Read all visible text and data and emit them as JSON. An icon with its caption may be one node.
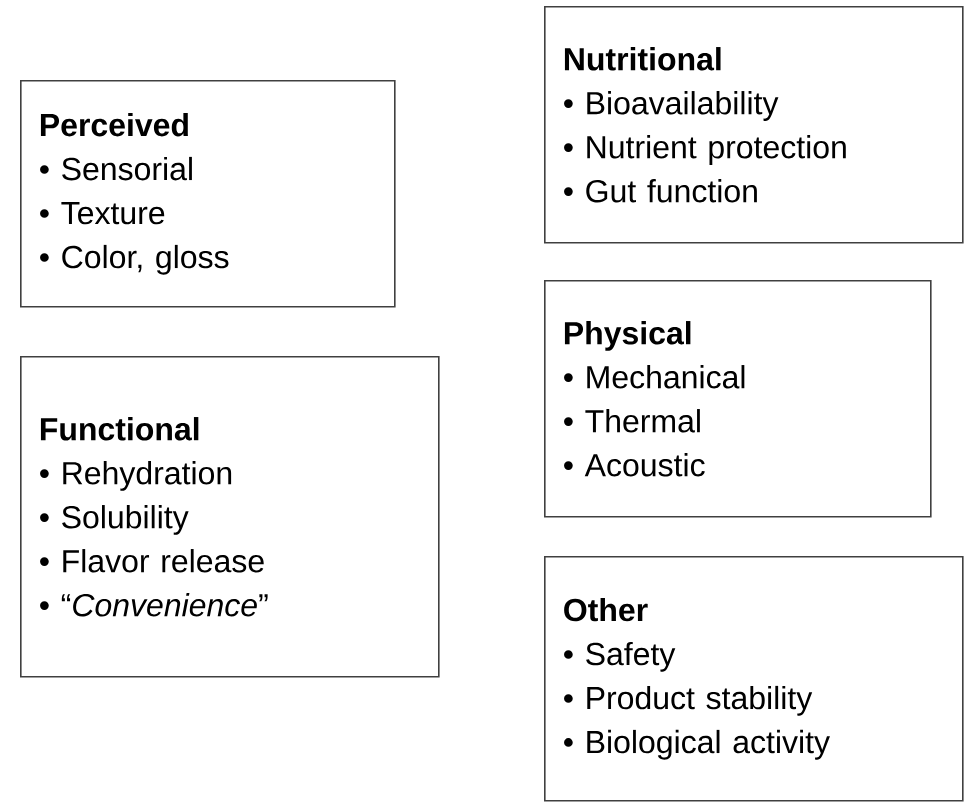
{
  "diagram": {
    "nodes": [
      {
        "text": [
          "Perceived",
          "• Sensorial",
          "• Texture",
          "• Color, gloss"
        ]
      },
      {
        "text": [
          "Functional",
          "• Rehydration",
          "• Solubility",
          "• Flavor release",
          "• “*Convenience*”"
        ]
      },
      {
        "text": [
          "Nutritional",
          "• Bioavailability",
          "• Nutrient protection",
          "• Gut function"
        ]
      },
      {
        "text": [
          "Physical",
          "• Mechanical",
          "• Thermal",
          "• Acoustic"
        ]
      },
      {
        "text": [
          "Other",
          "• Safety",
          "• Product stability",
          "• Biological activity"
        ]
      }
    ]
  }
}
